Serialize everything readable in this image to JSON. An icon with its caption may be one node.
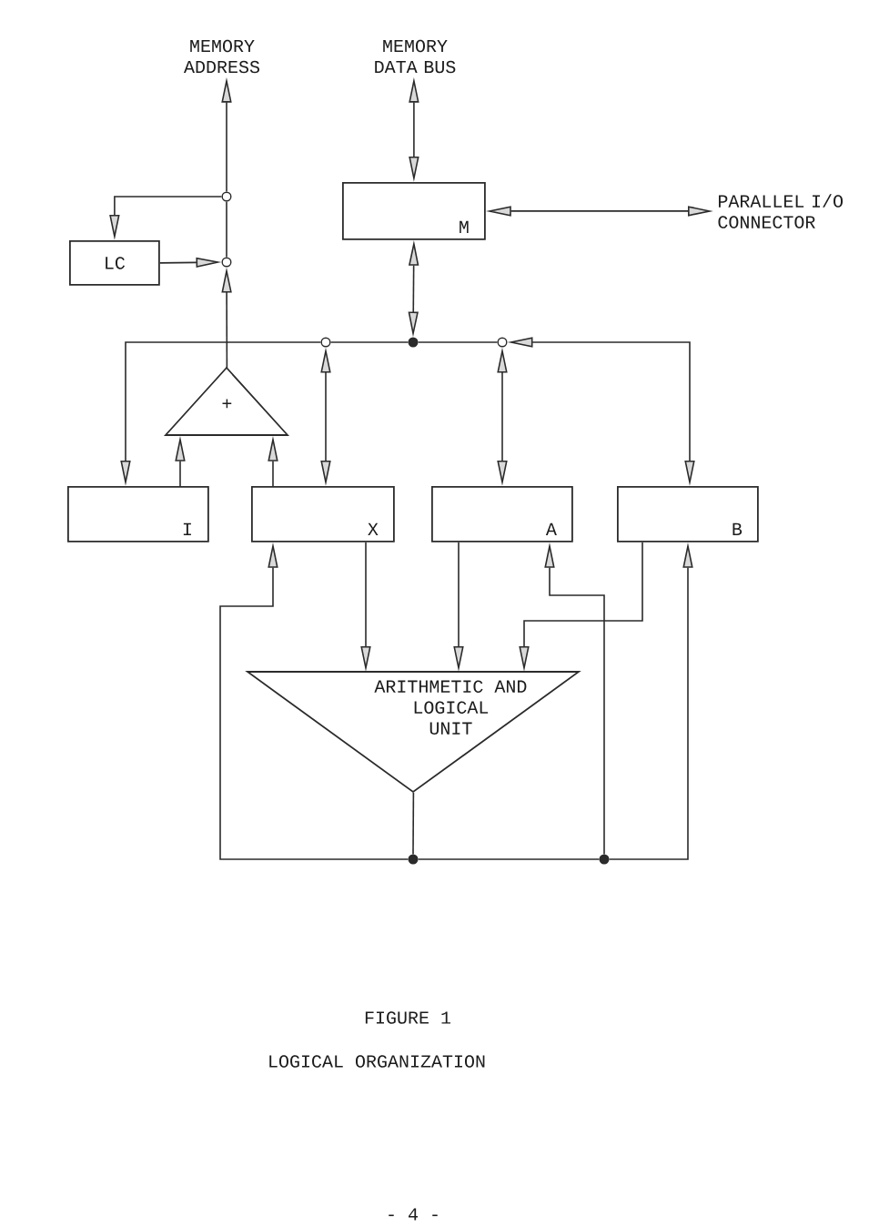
{
  "diagram": {
    "caption": "LOGICAL ORGANIZATION",
    "nodes": [
      {
        "text": [
          "MEMORY ADDRESS"
        ]
      },
      {
        "text": [
          "MEMORY DATA BUS"
        ]
      },
      {
        "text": [
          "M"
        ]
      },
      {
        "text": [
          "PARALLEL I/O CONNECTOR"
        ]
      },
      {
        "text": [],
        "shape": "circle"
      },
      {
        "text": [
          "LC"
        ]
      },
      {
        "text": [],
        "shape": "circle"
      },
      {
        "text": [],
        "shape": "circle"
      },
      {
        "text": [],
        "shape": "circle"
      },
      {
        "text": [],
        "shape": "circle"
      },
      {
        "text": [
          "+"
        ]
      },
      {
        "text": [
          "I"
        ]
      },
      {
        "text": [
          "X"
        ]
      },
      {
        "text": [
          "A"
        ]
      },
      {
        "text": [
          "B"
        ]
      },
      {
        "text": [
          "ARITHMETIC AND LOGICAL UNIT"
        ]
      },
      {
        "text": [],
        "shape": "circle"
      },
      {
        "text": [],
        "shape": "circle"
      }
    ],
    "edges": [
      {
        "from": 10,
        "to": 6,
        "arrow": "to"
      },
      {
        "from": 5,
        "to": 6,
        "arrow": "to"
      },
      {
        "from": 6,
        "to": 4,
        "arrow": "none"
      },
      {
        "from": 4,
        "to": 0,
        "arrow": "to"
      },
      {
        "from": 4,
        "to": 5,
        "arrow": "to"
      },
      {
        "from": 2,
        "to": 1,
        "arrow": "both"
      },
      {
        "from": 2,
        "to": 3,
        "arrow": "both"
      },
      {
        "from": 2,
        "to": 8,
        "arrow": "both"
      },
      {
        "from": 12,
        "to": 7,
        "arrow": "both"
      },
      {
        "from": 7,
        "to": 11,
        "arrow": "to"
      },
      {
        "from": 7,
        "to": 8,
        "arrow": "none"
      },
      {
        "from": 8,
        "to": 9,
        "arrow": "none"
      },
      {
        "from": 9,
        "to": 13,
        "arrow": "both"
      },
      {
        "from": 9,
        "to": 14,
        "arrow": "both"
      },
      {
        "from": 11,
        "to": 10,
        "arrow": "to"
      },
      {
        "from": 12,
        "to": 10,
        "arrow": "to"
      },
      {
        "from": 12,
        "to": 15,
        "arrow": "to"
      },
      {
        "from": 13,
        "to": 15,
        "arrow": "to"
      },
      {
        "from": 14,
        "to": 15,
        "arrow": "to"
      },
      {
        "from": 15,
        "to": 16,
        "arrow": "none"
      },
      {
        "from": 16,
        "to": 12,
        "arrow": "to"
      },
      {
        "from": 16,
        "to": 17,
        "arrow": "none"
      },
      {
        "from": 17,
        "to": 13,
        "arrow": "to"
      },
      {
        "from": 17,
        "to": 14,
        "arrow": "to"
      }
    ],
    "labels": [
      "FIGURE 1",
      "- 4 -"
    ]
  }
}
